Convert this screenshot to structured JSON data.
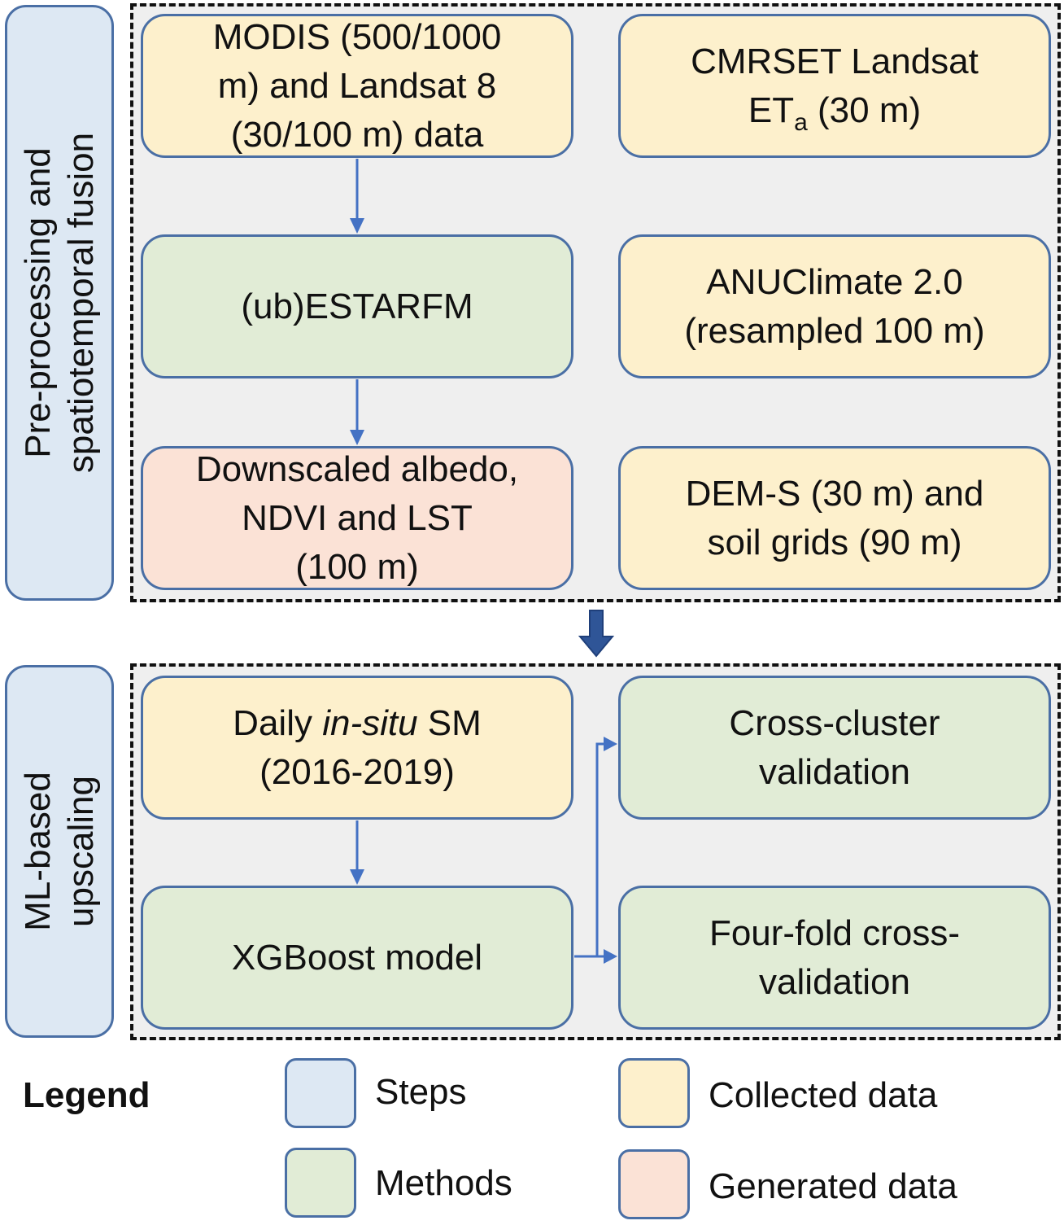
{
  "colors": {
    "steps": "#dde8f3",
    "methods": "#e1ecd6",
    "collected_data": "#fdf0cc",
    "generated_data": "#fbe2d6",
    "box_border": "#4a6fa5",
    "arrow": "#4472c4"
  },
  "steps": {
    "preprocessing": {
      "line1": "Pre-processing and",
      "line2": "spatiotemporal fusion"
    },
    "upscaling": {
      "line1": "ML-based",
      "line2": "upscaling"
    }
  },
  "preprocessing": {
    "modis": {
      "line1": "MODIS (500/1000",
      "line2": "m) and Landsat 8",
      "line3": "(30/100 m) data"
    },
    "cmrset": {
      "line1": "CMRSET Landsat",
      "line2_main": "ET",
      "line2_sub": "a",
      "line2_rest": " (30 m)"
    },
    "estarfm": {
      "label": "(ub)ESTARFM"
    },
    "anuclimate": {
      "line1": "ANUClimate 2.0",
      "line2": "(resampled 100 m)"
    },
    "downscaled": {
      "line1": "Downscaled albedo,",
      "line2": "NDVI and LST",
      "line3": "(100 m)"
    },
    "dem": {
      "line1": "DEM-S (30 m) and",
      "line2": "soil grids (90 m)"
    }
  },
  "upscaling": {
    "insitu": {
      "line1_pre": "Daily ",
      "line1_italic": "in-situ",
      "line1_post": " SM",
      "line2": "(2016-2019)"
    },
    "crosscluster": {
      "line1": "Cross-cluster",
      "line2": "validation"
    },
    "xgboost": {
      "label": "XGBoost model"
    },
    "fourfold": {
      "line1": "Four-fold cross-",
      "line2": "validation"
    }
  },
  "legend": {
    "title": "Legend",
    "steps": "Steps",
    "collected": "Collected data",
    "methods": "Methods",
    "generated": "Generated data"
  }
}
